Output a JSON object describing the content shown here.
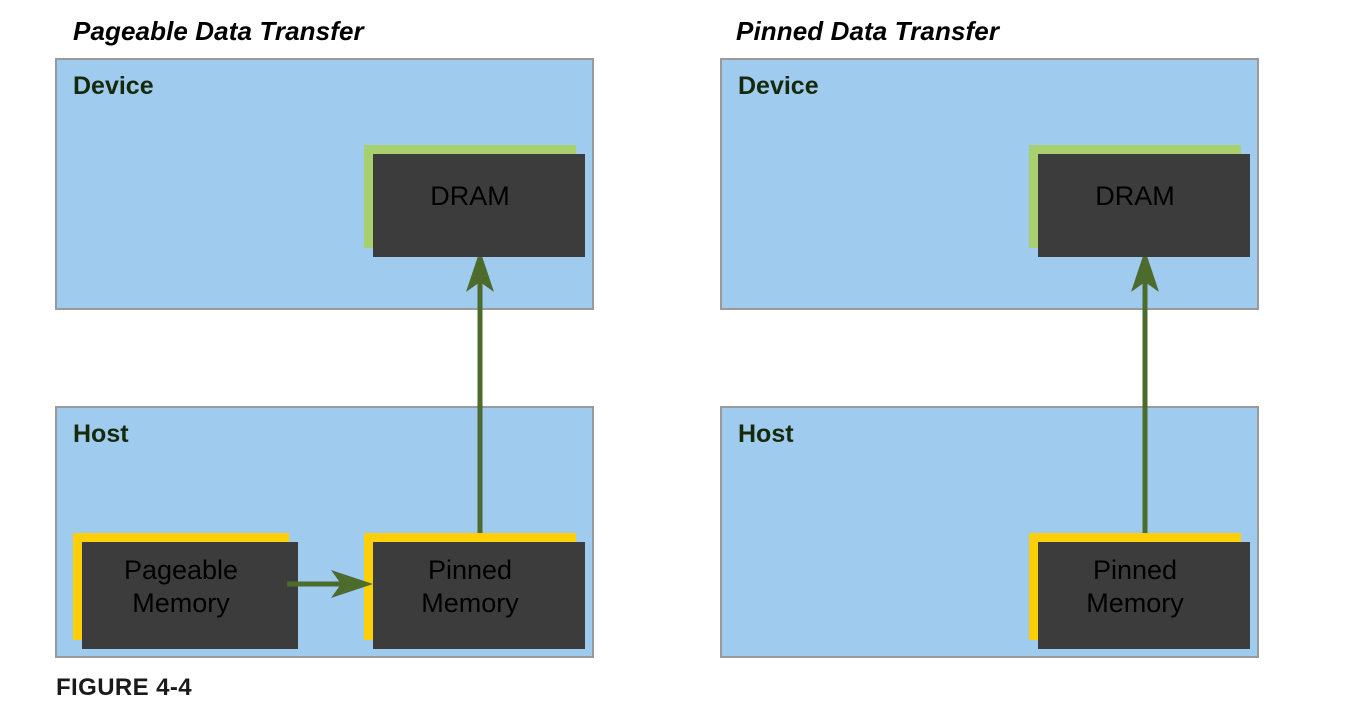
{
  "figure": {
    "caption": "FIGURE 4-4"
  },
  "colors": {
    "panel_fill": "#9ecbee",
    "panel_border": "#9a9a9a",
    "dram_fill": "#a8d06e",
    "memory_fill": "#fccf09",
    "shadow": "#3c3c3c",
    "arrow": "#4e6b2e",
    "container_label_text": "#16290b",
    "title_text": "#000000",
    "caption_text": "#1a1a1a",
    "background": "#ffffff"
  },
  "panels": [
    {
      "id": "pageable",
      "title": "Pageable Data Transfer",
      "device": {
        "label": "Device",
        "blocks": [
          {
            "id": "dram",
            "label": "DRAM",
            "fill": "green"
          }
        ]
      },
      "host": {
        "label": "Host",
        "blocks": [
          {
            "id": "pageable-memory",
            "label": "Pageable\nMemory",
            "line1": "Pageable",
            "line2": "Memory",
            "fill": "yellow"
          },
          {
            "id": "pinned-memory",
            "label": "Pinned\nMemory",
            "line1": "Pinned",
            "line2": "Memory",
            "fill": "yellow"
          }
        ]
      },
      "arrows": [
        {
          "id": "pageable-to-pinned",
          "direction": "right",
          "from": "pageable-memory",
          "to": "pinned-memory"
        },
        {
          "id": "pinned-to-dram",
          "direction": "up",
          "from": "pinned-memory",
          "to": "dram"
        }
      ]
    },
    {
      "id": "pinned",
      "title": "Pinned Data Transfer",
      "device": {
        "label": "Device",
        "blocks": [
          {
            "id": "dram",
            "label": "DRAM",
            "fill": "green"
          }
        ]
      },
      "host": {
        "label": "Host",
        "blocks": [
          {
            "id": "pinned-memory",
            "label": "Pinned\nMemory",
            "line1": "Pinned",
            "line2": "Memory",
            "fill": "yellow"
          }
        ]
      },
      "arrows": [
        {
          "id": "pinned-to-dram",
          "direction": "up",
          "from": "pinned-memory",
          "to": "dram"
        }
      ]
    }
  ]
}
